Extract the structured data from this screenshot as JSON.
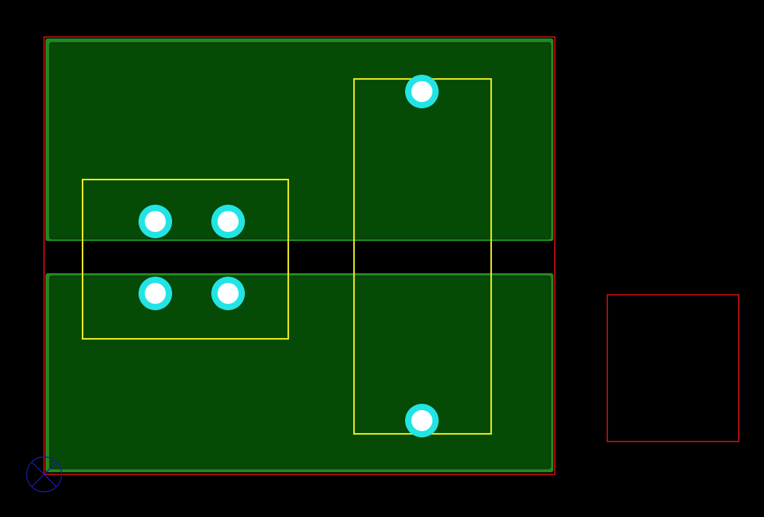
{
  "colors": {
    "background": "#000000",
    "board_outline": "#e01010",
    "copper_pour_fill": "#054a05",
    "copper_pour_edge": "#1f8a1f",
    "copper_pour_inner_edge": "#0a2a0a",
    "silkscreen": "#f0f020",
    "pad_ring": "#22e4e4",
    "pad_drill": "#ffffff",
    "origin_marker": "#1a1aa0"
  },
  "layers": [
    "board-outline",
    "copper-pour-top",
    "copper-pour-bottom",
    "component-outline",
    "pads",
    "origin-marker"
  ],
  "icons": {
    "origin": "origin-crosshair-icon"
  },
  "pads": {
    "count": 6
  },
  "components": {
    "count": 2
  }
}
